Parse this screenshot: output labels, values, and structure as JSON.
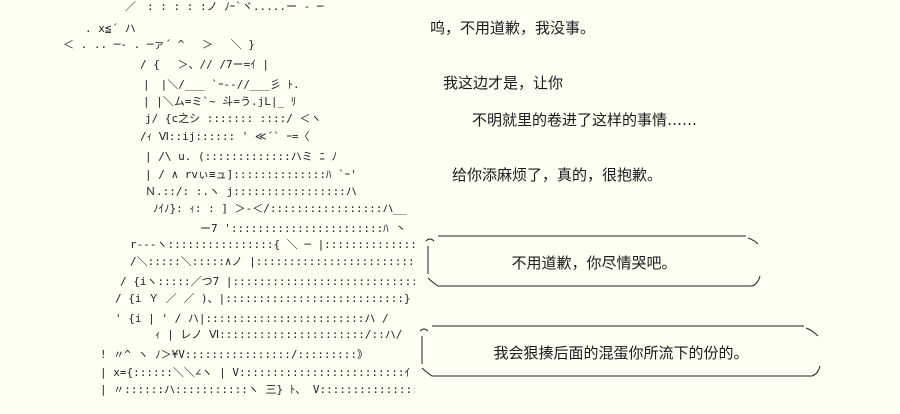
{
  "dialogue": [
    "呜，不用道歉，我没事。",
    "我这边才是，让你",
    "不明就里的卷进了这样的事情……",
    "给你添麻烦了，真的，很抱歉。"
  ],
  "bubbles": [
    "不用道歉，你尽情哭吧。",
    "我会狠揍后面的混蛋你所流下的份的。"
  ]
}
